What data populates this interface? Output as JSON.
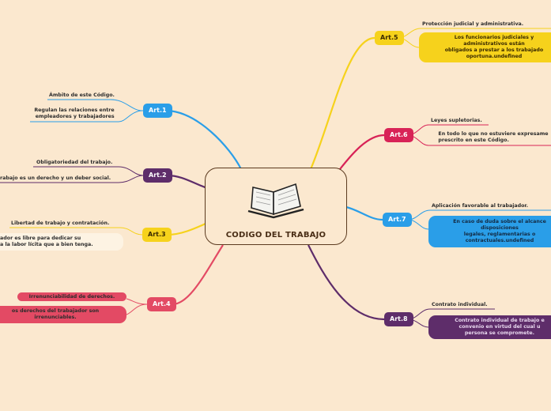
{
  "central": {
    "title": "CODIGO DEL TRABAJO",
    "icon": "open-book-icon"
  },
  "colors": {
    "background": "#fbe8cf",
    "blue": "#2a9ee8",
    "purple": "#5e2d6a",
    "yellow": "#f6d21c",
    "pink": "#e34a64",
    "crimson": "#d82357"
  },
  "articles": {
    "art1": {
      "label": "Art.1",
      "topic": "Ámbito de este Código.",
      "detail": "Regulan las relaciones entre\nempleadores y trabajadores"
    },
    "art2": {
      "label": "Art.2",
      "topic": "Obligatoriedad del trabajo.",
      "detail": "rabajo es un derecho y un deber social."
    },
    "art3": {
      "label": "Art.3",
      "topic": "Libertad de trabajo y contratación.",
      "detail": "ador es libre para dedicar su\n a la labor lícita que a bien tenga."
    },
    "art4": {
      "label": "Art.4",
      "topic": "Irrenunciabilidad de derechos.",
      "detail": "os derechos del trabajador son\nirrenunciables."
    },
    "art5": {
      "label": "Art.5",
      "topic": "Protección judicial y administrativa.",
      "detail": "Los funcionarios judiciales y\nadministrativos están\nobligados a prestar a los trabajado\noportuna.undefined"
    },
    "art6": {
      "label": "Art.6",
      "topic": "Leyes supletorias.",
      "detail": "En todo lo que no estuviere expresame\nprescrito en este Código."
    },
    "art7": {
      "label": "Art.7",
      "topic": "Aplicación favorable al trabajador.",
      "detail": "En caso de duda sobre el alcance\ndisposiciones\nlegales, reglamentarias o\ncontractuales.undefined"
    },
    "art8": {
      "label": "Art.8",
      "topic": "Contrato individual.",
      "detail": "Contrato individual de trabajo e\nconvenio en virtud del cual u\npersona se compromete."
    }
  }
}
